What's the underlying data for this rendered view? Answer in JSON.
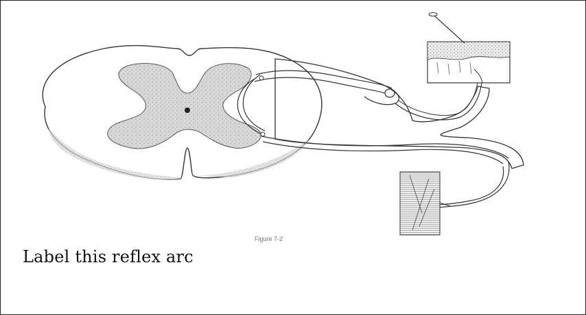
{
  "caption": "Label this reflex arc",
  "figure_label": "Figure 7-2",
  "icons": [
    "spinal-cord-cross-section",
    "skin-receptor",
    "muscle-effector",
    "pin"
  ]
}
